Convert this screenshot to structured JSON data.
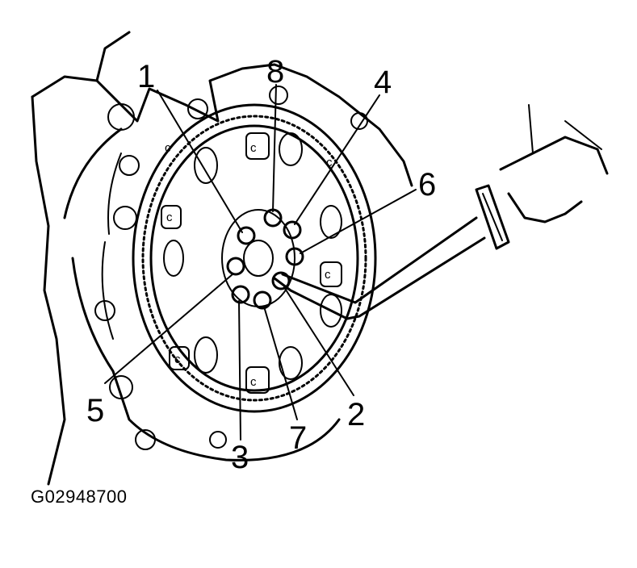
{
  "figure_code": "G02948700",
  "bolt_labels": [
    "1",
    "2",
    "3",
    "4",
    "5",
    "6",
    "7",
    "8"
  ],
  "icons": {
    "flywheel": "flywheel-illustration-icon",
    "wrench": "torque-wrench-icon",
    "hand": "hand-icon",
    "engine_block": "engine-block-icon"
  }
}
